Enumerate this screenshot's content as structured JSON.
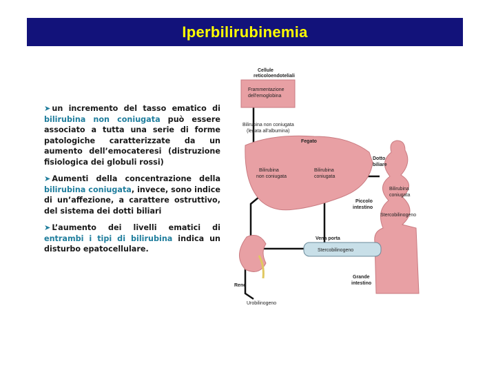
{
  "slide": {
    "title": "Iperbilirubinemia",
    "bullet_icon": "arrow-bullet-icon"
  },
  "paragraphs": [
    {
      "pre": "un incremento del tasso ematico di ",
      "highlight": "bilirubina non coniugata",
      "post": " può essere associato a tutta una serie di forme patologiche caratterizzate da un aumento dell’emocateresi (distruzione fisiologica dei globuli rossi)"
    },
    {
      "pre": "Aumenti della concentrazione della ",
      "highlight": "bilirubina coniugata",
      "post": ", invece, sono indice di un’affezione, a carattere ostruttivo, del sistema dei dotti biliari"
    },
    {
      "pre": "L’aumento dei livelli ematici di ",
      "highlight": "entrambi i tipi di bilirubina",
      "post": " indica un disturbo epatocellulare."
    }
  ],
  "diagram": {
    "cells_label_1": "Cellule",
    "cells_label_2": "reticoloendoteliali",
    "hemo_1": "Frammentazione",
    "hemo_2": "dell'emoglobina",
    "bili_albumin_1": "Bilirubina non coniugata",
    "bili_albumin_2": "(legata all'albumina)",
    "liver": "Fegato",
    "unconj_1": "Bilirubina",
    "unconj_2": "non coniugata",
    "conj_1": "Bilirubina",
    "conj_2": "coniugata",
    "bile_duct_1": "Dotto",
    "bile_duct_2": "biliare",
    "intestine_bili_1": "Bilirubina",
    "intestine_bili_2": "coniugata",
    "small_int_1": "Piccolo",
    "small_int_2": "intestino",
    "stercob_int": "Stercobilinogeno",
    "portal_vein": "Vena porta",
    "stercob_vein": "Stercobilinogeno",
    "large_int_1": "Grande",
    "large_int_2": "intestino",
    "kidney": "Rene",
    "urobilinogen": "Urobilinogeno",
    "colors": {
      "organ": "#e8a0a4",
      "organ_dark": "#c97a80",
      "vein": "#c8dfe8",
      "vessel": "#111111",
      "text_highlight": "#1f7d9c"
    }
  }
}
